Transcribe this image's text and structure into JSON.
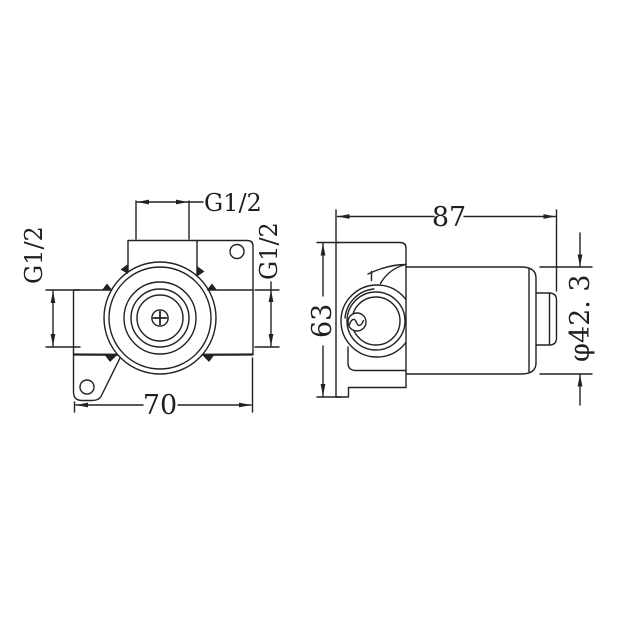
{
  "drawing": {
    "background": "#ffffff",
    "line_color": "#222222",
    "views": {
      "front": {
        "name": "front-view"
      },
      "side": {
        "name": "side-view"
      }
    },
    "dimensions": {
      "top_port": "G1/2",
      "left_port": "G1/2",
      "right_port": "G1/2",
      "body_width": "70",
      "body_length": "87",
      "body_height": "63",
      "cap_diameter": "φ42. 3"
    }
  }
}
